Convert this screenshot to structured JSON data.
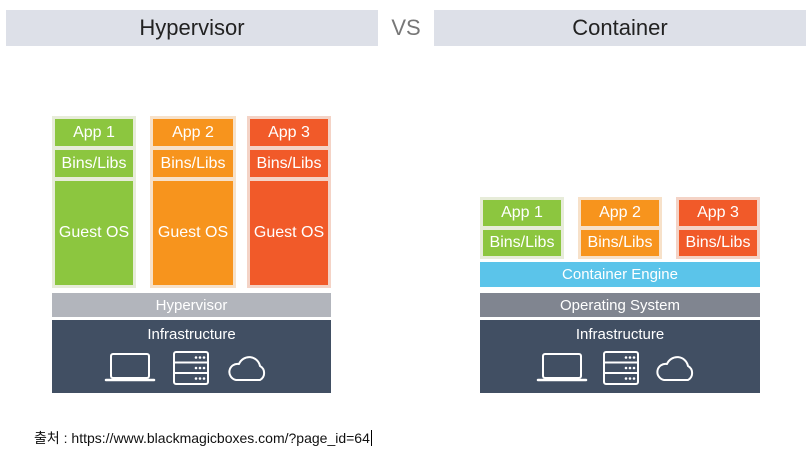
{
  "header": {
    "left_title": "Hypervisor",
    "vs": "VS",
    "right_title": "Container"
  },
  "hypervisor": {
    "columns": [
      {
        "app": "App 1",
        "bins": "Bins/Libs",
        "guest_os": "Guest OS",
        "color": "#8cc63f"
      },
      {
        "app": "App 2",
        "bins": "Bins/Libs",
        "guest_os": "Guest OS",
        "color": "#f7941d"
      },
      {
        "app": "App 3",
        "bins": "Bins/Libs",
        "guest_os": "Guest OS",
        "color": "#f15a29"
      }
    ],
    "hypervisor_layer": "Hypervisor",
    "infrastructure": "Infrastructure",
    "icons": [
      "laptop-icon",
      "server-icon",
      "cloud-icon"
    ]
  },
  "container": {
    "columns": [
      {
        "app": "App 1",
        "bins": "Bins/Libs",
        "color": "#8cc63f"
      },
      {
        "app": "App 2",
        "bins": "Bins/Libs",
        "color": "#f7941d"
      },
      {
        "app": "App 3",
        "bins": "Bins/Libs",
        "color": "#f15a29"
      }
    ],
    "engine_layer": "Container Engine",
    "os_layer": "Operating System",
    "infrastructure": "Infrastructure",
    "icons": [
      "laptop-icon",
      "server-icon",
      "cloud-icon"
    ]
  },
  "footer": {
    "source": "출처 : https://www.blackmagicboxes.com/?page_id=64"
  }
}
